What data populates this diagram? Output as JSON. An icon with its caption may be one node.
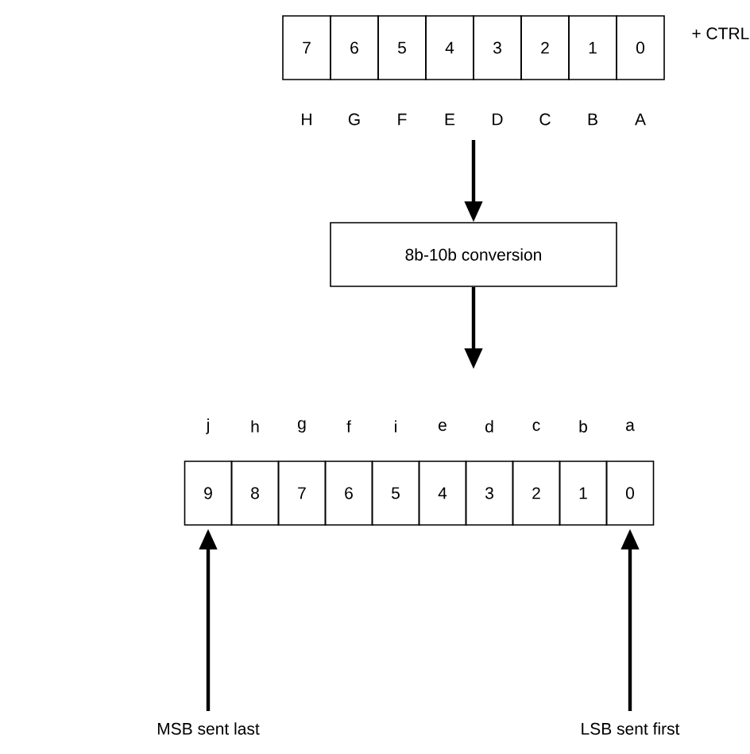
{
  "diagram": {
    "nodes": [
      {
        "text": [
          "7"
        ]
      },
      {
        "text": [
          "6"
        ]
      },
      {
        "text": [
          "5"
        ]
      },
      {
        "text": [
          "4"
        ]
      },
      {
        "text": [
          "3"
        ]
      },
      {
        "text": [
          "2"
        ]
      },
      {
        "text": [
          "1"
        ]
      },
      {
        "text": [
          "0"
        ]
      },
      {
        "text": [
          "8b-10b conversion"
        ]
      },
      {
        "text": [
          "9"
        ]
      },
      {
        "text": [
          "8"
        ]
      },
      {
        "text": [
          "7"
        ]
      },
      {
        "text": [
          "6"
        ]
      },
      {
        "text": [
          "5"
        ]
      },
      {
        "text": [
          "4"
        ]
      },
      {
        "text": [
          "3"
        ]
      },
      {
        "text": [
          "2"
        ]
      },
      {
        "text": [
          "1"
        ]
      },
      {
        "text": [
          "0"
        ]
      },
      {
        "text": [
          "MSB sent last"
        ]
      },
      {
        "text": [
          "LSB sent first"
        ]
      }
    ],
    "edges": [
      {
        "from": null,
        "to": 8,
        "arrow": "to"
      },
      {
        "from": 8,
        "to": null,
        "arrow": "to"
      },
      {
        "from": 19,
        "to": 9,
        "arrow": "to"
      },
      {
        "from": 20,
        "to": 18,
        "arrow": "to"
      }
    ],
    "labels": [
      "+ CTRL",
      "H",
      "G",
      "F",
      "E",
      "D",
      "C",
      "B",
      "A",
      "j",
      "h",
      "g",
      "f",
      "i",
      "e",
      "d",
      "c",
      "b",
      "a"
    ]
  }
}
